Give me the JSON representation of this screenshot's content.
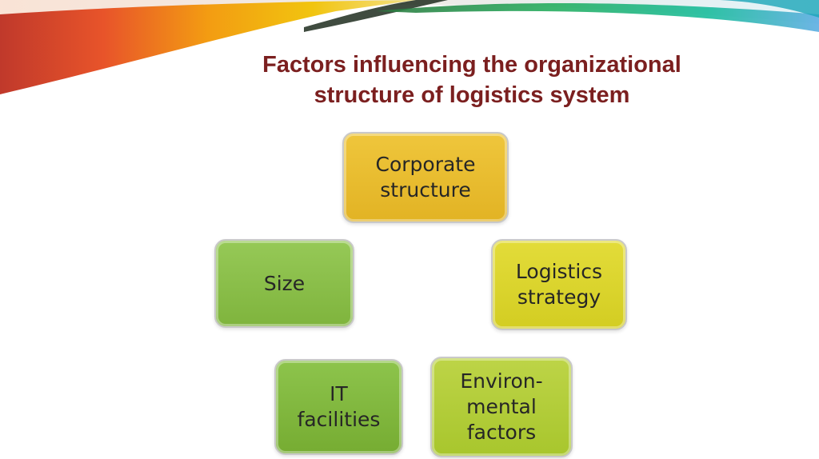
{
  "slide": {
    "title_line1": "Factors influencing the organizational",
    "title_line2": "structure of logistics system"
  },
  "diagram": {
    "nodes": [
      {
        "id": "corporate-structure",
        "label": "Corporate\nstructure",
        "color": "#e6b92c"
      },
      {
        "id": "size",
        "label": "Size",
        "color": "#86bb45"
      },
      {
        "id": "logistics-strategy",
        "label": "Logistics\nstrategy",
        "color": "#d9d22c"
      },
      {
        "id": "it-facilities",
        "label": "IT\nfacilities",
        "color": "#80b63b"
      },
      {
        "id": "environmental-factors",
        "label": "Environ-\nmental\nfactors",
        "color": "#b0cb36"
      }
    ]
  },
  "colors": {
    "title": "#7b1f1f",
    "swoosh": [
      "#c0392b",
      "#e8542a",
      "#f39c12",
      "#f1c40f",
      "#a3c93a",
      "#27ae60",
      "#1abc9c",
      "#3498db"
    ]
  }
}
